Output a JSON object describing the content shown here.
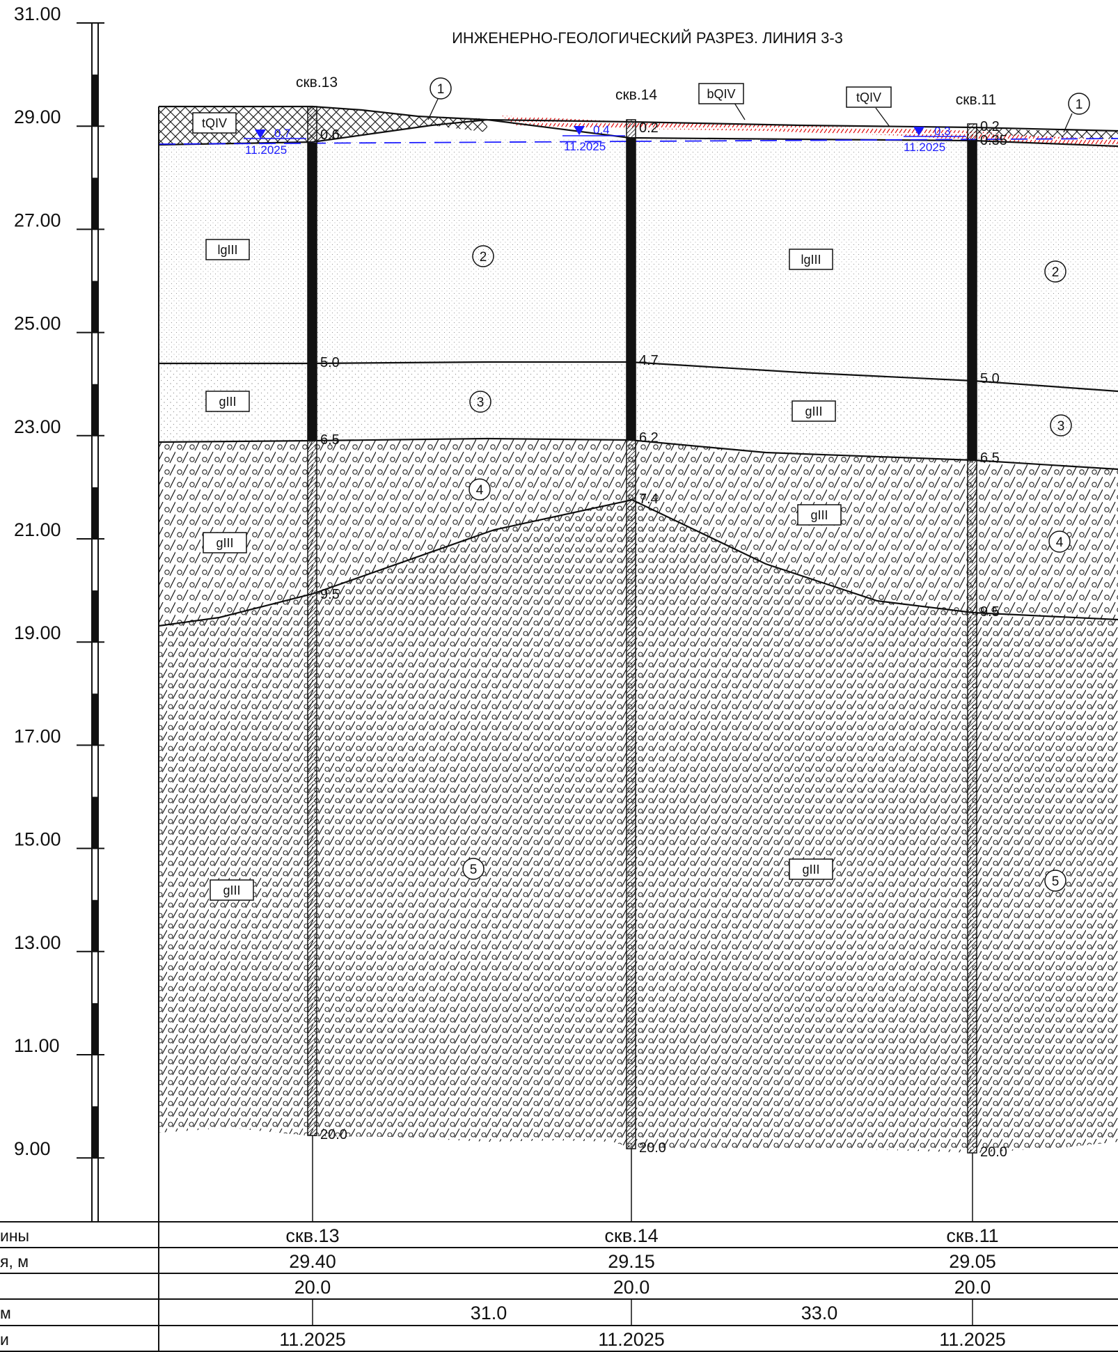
{
  "title": "ИНЖЕНЕРНО-ГЕОЛОГИЧЕСКИЙ РАЗРЕЗ. ЛИНИЯ 3-3",
  "scale_labels": [
    "31.00",
    "29.00",
    "27.00",
    "25.00",
    "23.00",
    "21.00",
    "19.00",
    "17.00",
    "15.00",
    "13.00",
    "11.00",
    "9.00"
  ],
  "colors": {
    "ink": "#111111",
    "water": "#1a1aff",
    "fill_red": "#e01010",
    "hatch": "#222222"
  },
  "boreholes": [
    {
      "name": "скв.13",
      "depth_labels": [
        "0.6",
        "5.0",
        "6.5",
        "9.5",
        "20.0"
      ],
      "water": {
        "depth": "0.7",
        "date": "11.2025"
      }
    },
    {
      "name": "скв.14",
      "depth_labels": [
        "0.2",
        "4.7",
        "6.2",
        "7.4",
        "20.0"
      ],
      "water": {
        "depth": "0.4",
        "date": "11.2025"
      }
    },
    {
      "name": "скв.11",
      "depth_labels": [
        "0.2",
        "0.35",
        "5.0",
        "6.5",
        "9.5",
        "20.0"
      ],
      "water": {
        "depth": "0.3",
        "date": "11.2025"
      }
    }
  ],
  "layer_numbers": [
    "1",
    "2",
    "3",
    "4",
    "5",
    "1",
    "2",
    "3",
    "4",
    "5"
  ],
  "geology_labels": [
    "tQIV",
    "bQIV",
    "tQIV",
    "lgIII",
    "lgIII",
    "gIII",
    "gIII",
    "gIII",
    "gIII",
    "gIII",
    "gIII"
  ],
  "table": {
    "row_labels": [
      "ины",
      "я, м",
      "",
      "м",
      "и"
    ],
    "names": [
      "скв.13",
      "скв.14",
      "скв.11"
    ],
    "elevations": [
      "29.40",
      "29.15",
      "29.05"
    ],
    "depths": [
      "20.0",
      "20.0",
      "20.0"
    ],
    "distances": [
      "31.0",
      "33.0"
    ],
    "dates": [
      "11.2025",
      "11.2025",
      "11.2025"
    ]
  }
}
